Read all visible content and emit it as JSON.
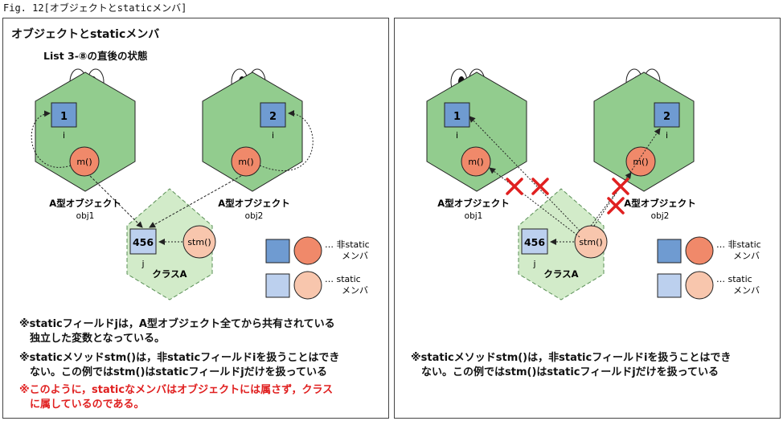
{
  "caption": "Fig. 12[オブジェクトとstaticメンバ]",
  "left": {
    "title": "オブジェクトとstaticメンバ",
    "subtitle": "List 3-⑧の直後の状態",
    "notes": [
      "※staticフィールドjは，A型オブジェクト全てから共有されている",
      "　独立した変数となっている。",
      "※staticメソッドstm()は，非staticフィールドiを扱うことはでき",
      "　ない。この例ではstm()はstaticフィールドjだけを扱っている"
    ],
    "red_notes": [
      "※このように，staticなメンバはオブジェクトには属さず，クラス",
      "　に属しているのである。"
    ]
  },
  "right": {
    "notes": [
      "※staticメソッドstm()は，非staticフィールドiを扱うことはでき",
      "　ない。この例ではstm()はstaticフィールドjだけを扱っている"
    ]
  },
  "diagram": {
    "obj1": {
      "field_value": "1",
      "field_name": "i",
      "method": "m()",
      "type_label": "A型オブジェクト",
      "name": "obj1"
    },
    "obj2": {
      "field_value": "2",
      "field_name": "i",
      "method": "m()",
      "type_label": "A型オブジェクト",
      "name": "obj2"
    },
    "class": {
      "field_value": "456",
      "field_name": "j",
      "method": "stm()",
      "label": "クラスA"
    },
    "legend": {
      "nonstatic_line1": "… 非static",
      "nonstatic_line2": "メンバ",
      "static_line1": "… static",
      "static_line2": "メンバ"
    }
  },
  "colors": {
    "object_fill": "#92cc8e",
    "class_fill": "#d2ebc9",
    "field_fill": "#6f9bd1",
    "static_field_fill": "#bcd0ee",
    "method_fill": "#f0896a",
    "static_method_fill": "#f8c6ad",
    "cross": "#e02020",
    "red_text": "#e02020"
  }
}
